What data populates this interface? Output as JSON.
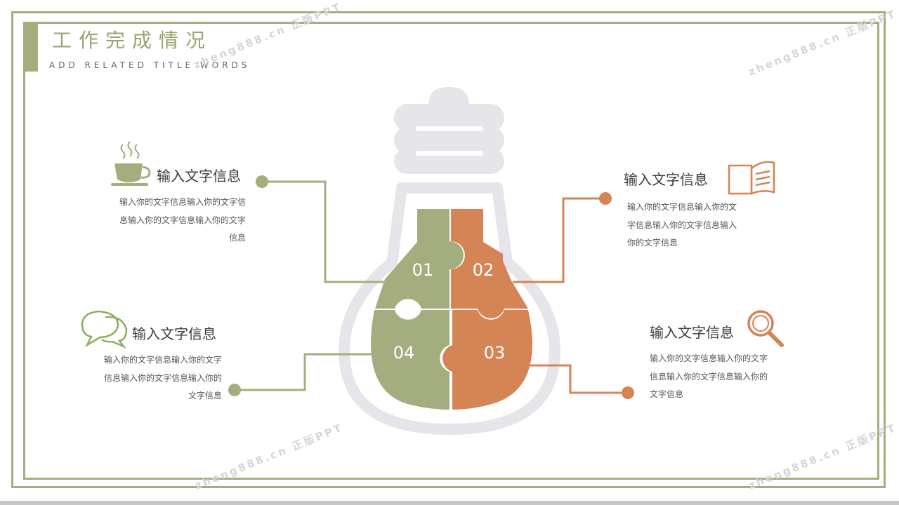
{
  "header": {
    "title": "工作完成情况",
    "subtitle": "ADD RELATED TITLE WORDS"
  },
  "colors": {
    "green": "#a4ad7e",
    "orange": "#d48455",
    "gray": "#e6e6ea"
  },
  "pieces": [
    {
      "number": "01",
      "color": "#a4ad7e"
    },
    {
      "number": "02",
      "color": "#d48455"
    },
    {
      "number": "03",
      "color": "#d48455"
    },
    {
      "number": "04",
      "color": "#a4ad7e"
    }
  ],
  "blocks": [
    {
      "heading": "输入文字信息",
      "body": "输入你的文字信息输入你的文字信息输入你的文字信息输入你的文字信息",
      "icon": "coffee-cup-icon"
    },
    {
      "heading": "输入文字信息",
      "body": "输入你的文字信息输入你的文字信息输入你的文字信息输入你的文字信息",
      "icon": "open-book-icon"
    },
    {
      "heading": "输入文字信息",
      "body": "输入你的文字信息输入你的文字信息输入你的文字信息输入你的文字信息",
      "icon": "speech-bubbles-icon"
    },
    {
      "heading": "输入文字信息",
      "body": "输入你的文字信息输入你的文字信息输入你的文字信息输入你的文字信息",
      "icon": "magnifier-icon"
    }
  ],
  "watermark": "zheng888.cn 正版PPT"
}
